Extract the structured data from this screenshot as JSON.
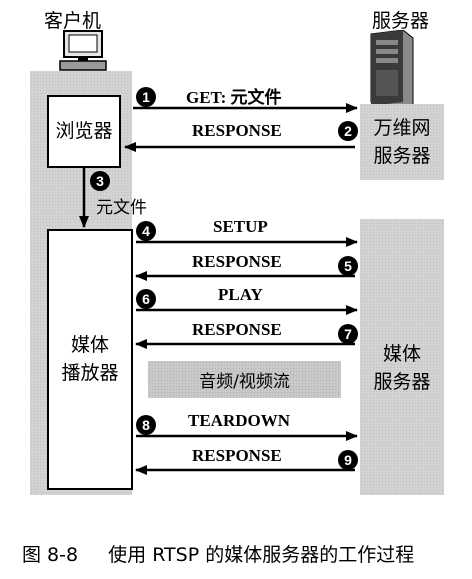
{
  "client": {
    "title": "客户机",
    "browser": "浏览器",
    "player_line1": "媒体",
    "player_line2": "播放器"
  },
  "web_server": {
    "title": "服务器",
    "line1": "万维网",
    "line2": "服务器"
  },
  "media_server": {
    "line1": "媒体",
    "line2": "服务器"
  },
  "step3_label": "元文件",
  "stream_label": "音频/视频流",
  "messages": [
    {
      "num": "1",
      "label": "GET: 元文件",
      "direction": "right"
    },
    {
      "num": "2",
      "label": "RESPONSE",
      "direction": "left"
    },
    {
      "num": "3",
      "label": "元文件",
      "direction": "down"
    },
    {
      "num": "4",
      "label": "SETUP",
      "direction": "right"
    },
    {
      "num": "5",
      "label": "RESPONSE",
      "direction": "left"
    },
    {
      "num": "6",
      "label": "PLAY",
      "direction": "right"
    },
    {
      "num": "7",
      "label": "RESPONSE",
      "direction": "left"
    },
    {
      "num": "8",
      "label": "TEARDOWN",
      "direction": "right"
    },
    {
      "num": "9",
      "label": "RESPONSE",
      "direction": "left"
    }
  ],
  "caption": {
    "figure": "图 8-8",
    "text": "使用 RTSP 的媒体服务器的工作过程"
  }
}
